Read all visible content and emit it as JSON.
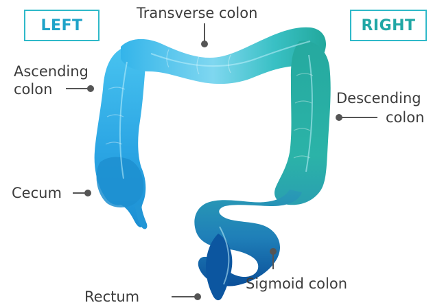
{
  "side_labels": {
    "left": "LEFT",
    "right": "RIGHT"
  },
  "parts": {
    "transverse": "Transverse colon",
    "ascending_line1": "Ascending",
    "ascending_line2": "colon",
    "descending_line1": "Descending",
    "descending_line2": "colon",
    "cecum": "Cecum",
    "sigmoid": "Sigmoid colon",
    "rectum": "Rectum"
  },
  "colors": {
    "left_accent": "#1ea3c8",
    "right_accent": "#21a7a5",
    "colon_light": "#8fe1f3",
    "colon_blue": "#2aa9e8",
    "colon_teal": "#2bb7a6",
    "colon_dark": "#0d5fa6",
    "leader": "#555555"
  }
}
